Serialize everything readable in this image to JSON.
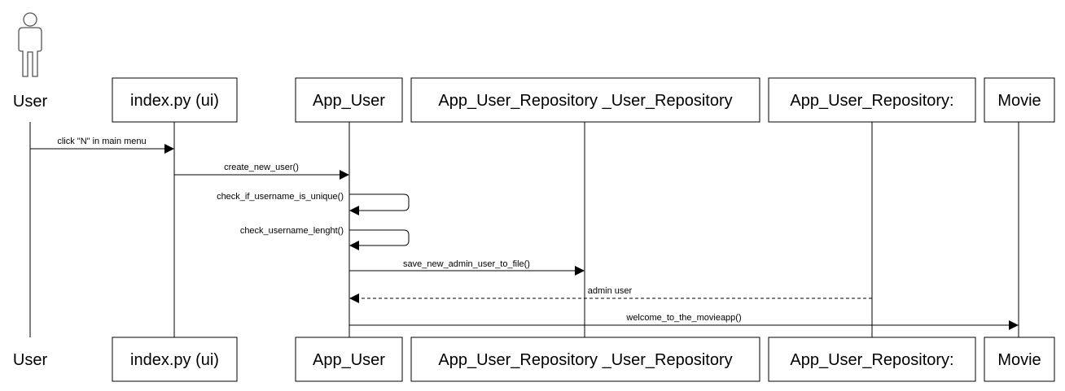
{
  "participants": {
    "user": "User",
    "index": "index.py (ui)",
    "app_user": "App_User",
    "repo_user_repo": "App_User_Repository _User_Repository",
    "repo": "App_User_Repository:",
    "movie": "Movie"
  },
  "messages": {
    "m1": "click \"N\" in main menu",
    "m2": "create_new_user()",
    "m3": "check_if_username_is_unique()",
    "m4": "check_username_lenght()",
    "m5": "save_new_admin_user_to_file()",
    "m6": "admin user",
    "m7": "welcome_to_the_movieapp()"
  }
}
